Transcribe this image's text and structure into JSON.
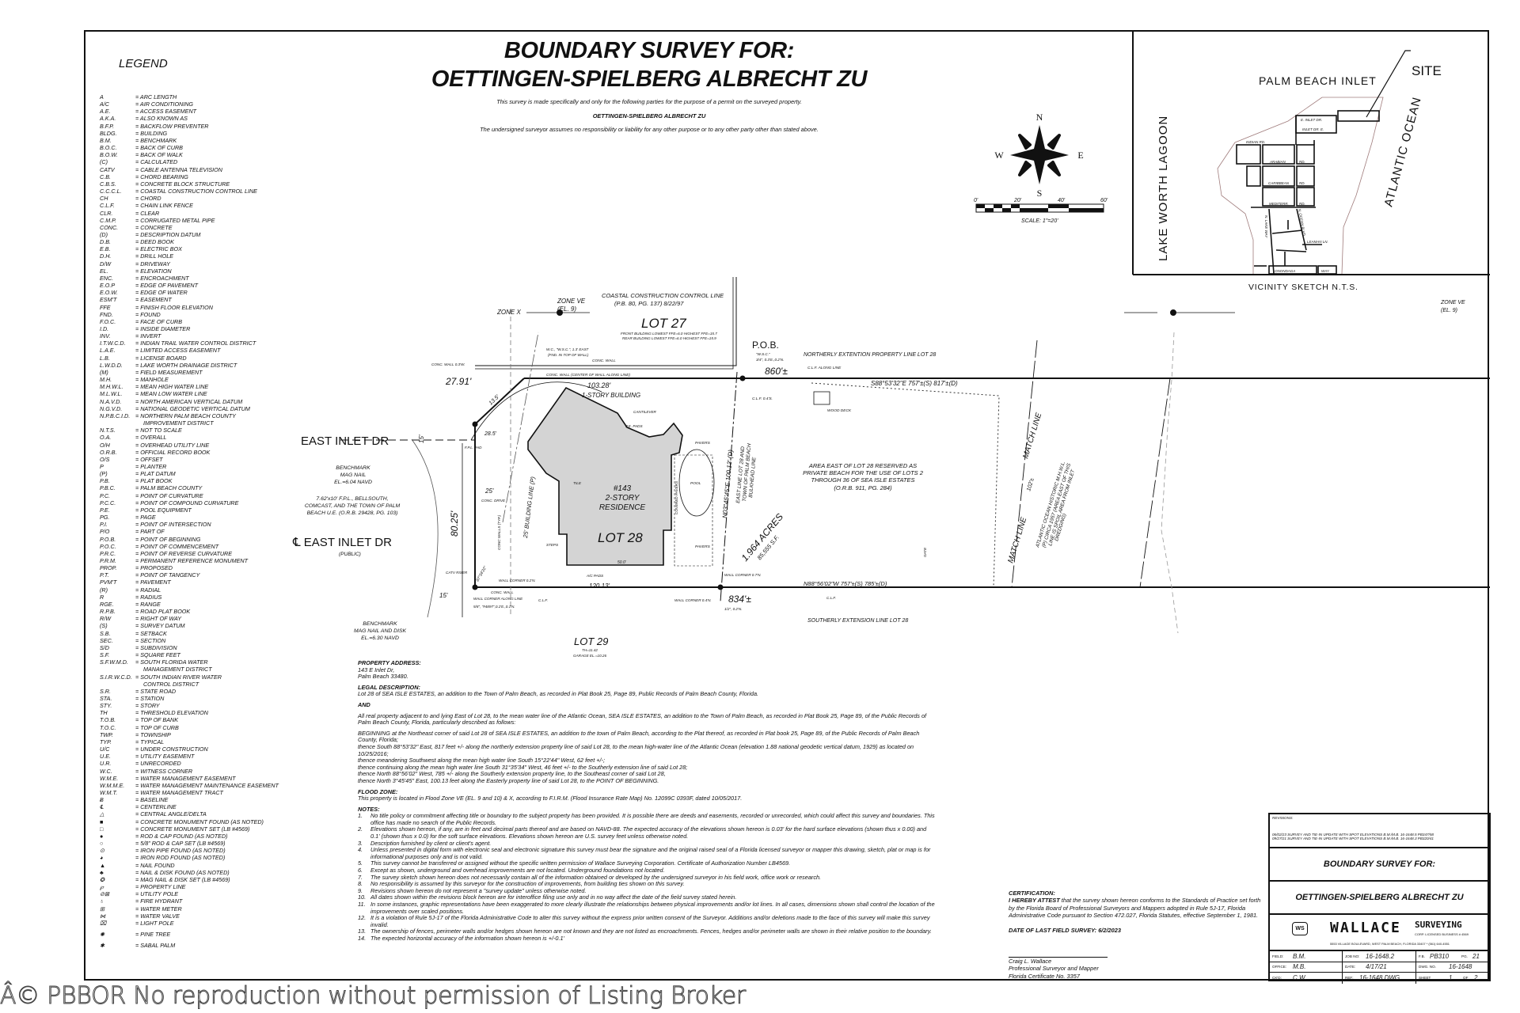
{
  "header": {
    "title_line1": "BOUNDARY SURVEY FOR:",
    "title_line2": "OETTINGEN-SPIELBERG ALBRECHT ZU",
    "purpose": "This survey is made specifically and only for the following parties for the purpose of a permit on the surveyed property.",
    "party": "OETTINGEN-SPIELBERG ALBRECHT ZU",
    "disclaimer": "The undersigned surveyor assumes no responsibility or liability for any other purpose or to any other party other than stated above."
  },
  "legend": {
    "title": "LEGEND",
    "items": [
      [
        "A",
        "= ARC LENGTH"
      ],
      [
        "A/C",
        "= AIR CONDITIONING"
      ],
      [
        "A.E.",
        "= ACCESS EASEMENT"
      ],
      [
        "A.K.A.",
        "= ALSO KNOWN AS"
      ],
      [
        "B.F.P.",
        "= BACKFLOW PREVENTER"
      ],
      [
        "BLDG.",
        "= BUILDING"
      ],
      [
        "B.M.",
        "= BENCHMARK"
      ],
      [
        "B.O.C.",
        "= BACK OF CURB"
      ],
      [
        "B.O.W.",
        "= BACK OF WALK"
      ],
      [
        "(C)",
        "= CALCULATED"
      ],
      [
        "CATV",
        "= CABLE ANTENNA TELEVISION"
      ],
      [
        "C.B.",
        "= CHORD BEARING"
      ],
      [
        "C.B.S.",
        "= CONCRETE BLOCK STRUCTURE"
      ],
      [
        "C.C.C.L.",
        "= COASTAL CONSTRUCTION CONTROL LINE"
      ],
      [
        "CH",
        "= CHORD"
      ],
      [
        "C.L.F.",
        "= CHAIN LINK FENCE"
      ],
      [
        "CLR.",
        "= CLEAR"
      ],
      [
        "C.M.P.",
        "= CORRUGATED METAL PIPE"
      ],
      [
        "CONC.",
        "= CONCRETE"
      ],
      [
        "(D)",
        "= DESCRIPTION DATUM"
      ],
      [
        "D.B.",
        "= DEED BOOK"
      ],
      [
        "E.B.",
        "= ELECTRIC BOX"
      ],
      [
        "D.H.",
        "= DRILL HOLE"
      ],
      [
        "D/W",
        "= DRIVEWAY"
      ],
      [
        "EL.",
        "= ELEVATION"
      ],
      [
        "ENC.",
        "= ENCROACHMENT"
      ],
      [
        "E.O.P",
        "= EDGE OF PAVEMENT"
      ],
      [
        "E.O.W.",
        "= EDGE OF WATER"
      ],
      [
        "ESM'T",
        "= EASEMENT"
      ],
      [
        "FFE",
        "= FINISH FLOOR ELEVATION"
      ],
      [
        "FND.",
        "= FOUND"
      ],
      [
        "F.O.C.",
        "= FACE OF CURB"
      ],
      [
        "I.D.",
        "= INSIDE DIAMETER"
      ],
      [
        "INV.",
        "= INVERT"
      ],
      [
        "I.T.W.C.D.",
        "= INDIAN TRAIL WATER CONTROL DISTRICT"
      ],
      [
        "L.A.E.",
        "= LIMITED ACCESS EASEMENT"
      ],
      [
        "L.B.",
        "= LICENSE BOARD"
      ],
      [
        "L.W.D.D.",
        "= LAKE WORTH DRAINAGE DISTRICT"
      ],
      [
        "(M)",
        "= FIELD MEASUREMENT"
      ],
      [
        "M.H.",
        "= MANHOLE"
      ],
      [
        "M.H.W.L.",
        "= MEAN HIGH WATER LINE"
      ],
      [
        "M.L.W.L.",
        "= MEAN LOW WATER LINE"
      ],
      [
        "N.A.V.D.",
        "= NORTH AMERICAN VERTICAL DATUM"
      ],
      [
        "N.G.V.D.",
        "= NATIONAL GEODETIC VERTICAL DATUM"
      ],
      [
        "N.P.B.C.I.D.",
        "= NORTHERN PALM BEACH COUNTY\n     IMPROVEMENT DISTRICT"
      ],
      [
        "N.T.S.",
        "= NOT TO SCALE"
      ],
      [
        "O.A.",
        "= OVERALL"
      ],
      [
        "O/H",
        "= OVERHEAD UTILITY LINE"
      ],
      [
        "O.R.B.",
        "= OFFICIAL RECORD BOOK"
      ],
      [
        "O/S",
        "= OFFSET"
      ],
      [
        "P",
        "= PLANTER"
      ],
      [
        "(P)",
        "= PLAT DATUM"
      ],
      [
        "P.B.",
        "= PLAT BOOK"
      ],
      [
        "P.B.C.",
        "= PALM BEACH COUNTY"
      ],
      [
        "P.C.",
        "= POINT OF CURVATURE"
      ],
      [
        "P.C.C.",
        "= POINT OF COMPOUND CURVATURE"
      ],
      [
        "P.E.",
        "= POOL EQUIPMENT"
      ],
      [
        "PG.",
        "= PAGE"
      ],
      [
        "P.I.",
        "= POINT OF INTERSECTION"
      ],
      [
        "P/O",
        "= PART OF"
      ],
      [
        "P.O.B.",
        "= POINT OF BEGINNING"
      ],
      [
        "P.O.C.",
        "= POINT OF COMMENCEMENT"
      ],
      [
        "P.R.C.",
        "= POINT OF REVERSE CURVATURE"
      ],
      [
        "P.R.M.",
        "= PERMANENT REFERENCE MONUMENT"
      ],
      [
        "PROP.",
        "= PROPOSED"
      ],
      [
        "P.T.",
        "= POINT OF TANGENCY"
      ],
      [
        "PVM'T",
        "= PAVEMENT"
      ],
      [
        "(R)",
        "= RADIAL"
      ],
      [
        "R",
        "= RADIUS"
      ],
      [
        "RGE.",
        "= RANGE"
      ],
      [
        "R.P.B.",
        "= ROAD PLAT BOOK"
      ],
      [
        "R/W",
        "= RIGHT OF WAY"
      ],
      [
        "(S)",
        "= SURVEY DATUM"
      ],
      [
        "S.B.",
        "= SETBACK"
      ],
      [
        "SEC.",
        "= SECTION"
      ],
      [
        "S/D",
        "= SUBDIVISION"
      ],
      [
        "S.F.",
        "= SQUARE FEET"
      ],
      [
        "S.F.W.M.D.",
        "= SOUTH FLORIDA WATER\n     MANAGEMENT DISTRICT"
      ],
      [
        "S.I.R.W.C.D.",
        "= SOUTH INDIAN RIVER WATER\n     CONTROL DISTRICT"
      ],
      [
        "S.R.",
        "= STATE ROAD"
      ],
      [
        "STA.",
        "= STATION"
      ],
      [
        "STY.",
        "= STORY"
      ],
      [
        "TH",
        "= THRESHOLD ELEVATION"
      ],
      [
        "T.O.B.",
        "= TOP OF BANK"
      ],
      [
        "T.O.C.",
        "= TOP OF CURB"
      ],
      [
        "TWP.",
        "= TOWNSHIP"
      ],
      [
        "TYP.",
        "= TYPICAL"
      ],
      [
        "U/C",
        "= UNDER CONSTRUCTION"
      ],
      [
        "U.E.",
        "= UTILITY EASEMENT"
      ],
      [
        "U.R.",
        "= UNRECORDED"
      ],
      [
        "W.C.",
        "= WITNESS CORNER"
      ],
      [
        "W.M.E.",
        "= WATER MANAGEMENT EASEMENT"
      ],
      [
        "W.M.M.E.",
        "= WATER MANAGEMENT MAINTENANCE EASEMENT"
      ],
      [
        "W.M.T.",
        "= WATER MANAGEMENT TRACT"
      ],
      [
        "Ƀ",
        "= BASELINE"
      ],
      [
        "℄",
        "= CENTERLINE"
      ],
      [
        "△",
        "= CENTRAL ANGLE/DELTA"
      ],
      [
        "■",
        "= CONCRETE MONUMENT FOUND (AS NOTED)"
      ],
      [
        "□",
        "= CONCRETE MONUMENT SET (LB #4569)"
      ],
      [
        "●",
        "= ROD & CAP FOUND (AS NOTED)"
      ],
      [
        "○",
        "= 5/8\" ROD & CAP SET (LB #4569)"
      ],
      [
        "⊙",
        "= IRON PIPE FOUND (AS NOTED)"
      ],
      [
        "◕",
        "= IRON ROD FOUND (AS NOTED)"
      ],
      [
        "▲",
        "= NAIL FOUND"
      ],
      [
        "♣",
        "= NAIL & DISK FOUND (AS NOTED)"
      ],
      [
        "✪",
        "= MAG NAIL & DISK SET (LB #4569)"
      ],
      [
        "℘",
        "= PROPERTY LINE"
      ],
      [
        "⊘⊠",
        "= UTILITY POLE"
      ],
      [
        "♁",
        "= FIRE HYDRANT"
      ],
      [
        "⊞",
        "= WATER METER"
      ],
      [
        "⋈",
        "= WATER VALVE"
      ],
      [
        "⌧",
        "= LIGHT POLE"
      ],
      [
        "✺",
        "= PINE TREE"
      ],
      [
        "✱",
        "= SABAL PALM"
      ]
    ]
  },
  "compass": {
    "n": "N",
    "s": "S",
    "e": "E",
    "w": "W"
  },
  "scale": {
    "ticks": [
      "0'",
      "20'",
      "40'",
      "60'"
    ],
    "label": "SCALE: 1\"=20'"
  },
  "vicinity": {
    "inlet": "PALM BEACH INLET",
    "site": "SITE",
    "lagoon": "LAKE WORTH LAGOON",
    "ocean": "ATLANTIC OCEAN",
    "streets": [
      "E. INLET DR.",
      "INLET DR. E.",
      "INDIAN RD.",
      "ARABIAN",
      "RD.",
      "CARIBBEAN",
      "RD.",
      "MEDITERR.",
      "RD.",
      "LEAMAN LN.",
      "ONONDAGA",
      "WAY",
      "N. LAKE WAY",
      "N. OCEAN BLVD."
    ],
    "caption": "VICINITY SKETCH N.T.S."
  },
  "plan": {
    "zone_ve": "ZONE VE",
    "zone_el": "(EL. 9)",
    "zone_x": "ZONE X",
    "cccl_1": "COASTAL CONSTRUCTION CONTROL LINE",
    "cccl_2": "(P.B. 80, PG. 137) 8/22/97",
    "lot27": "LOT 27",
    "ffe_front": "FRONT BUILDING LOWEST FFE=6.0 HIGHEST FFE=15.7",
    "ffe_rear": "REAR BUILDING LOWEST FFE=6.0 HIGHEST FFE=15.9",
    "wc_1": "W.C., \"W.S.C.\", 1.3' EAST",
    "wc_2": "(FND. IN TOP OF WALL)",
    "conc_wall_03": "CONC. WALL 0.3'W.",
    "conc_wall": "CONC. WALL",
    "conc_wall_center": "CONC. WALL (CENTER OF WALL ALONG LINE)",
    "dim_103": "103.28'",
    "one_story": "1-STORY BUILDING",
    "dim_2791": "27.91'",
    "dim_135": "13.5'",
    "pob": "P.O.B.",
    "pob_wsc": "\"W.S.C.\"",
    "pob_rod": "3/4\", 0.3'E.,0.2'N.",
    "dim_860": "860'±",
    "clf_04": "C.L.F. 0.4'S.",
    "northerly": "NORTHERLY EXTENTION PROPERTY LINE LOT 28",
    "clf_along": "C.L.F. ALONG LINE",
    "north_bearing": "S88°53'32\"E  757'±(S)  817'±(D)",
    "wood_deck": "WOOD DECK",
    "reserved": [
      "AREA EAST OF LOT 28 RESERVED AS",
      "PRIVATE BEACH FOR THE USE OF LOTS 2",
      "THROUGH 36 OF SEA ISLE ESTATES",
      "(O.R.B. 911, PG. 284)"
    ],
    "acres": "1.964 ACRES",
    "sqft": "85,555 S.F.",
    "east_bearing": "N03°45'45\"E 100.13' (D)",
    "east_line": [
      "EAST LINE LOT 28 AND",
      "TOWN OF PALM BEACH",
      "BULKHEAD LINE"
    ],
    "match_line": "MATCH LINE",
    "dim_102": "102'±",
    "mhwl": [
      "ATLANTIC OCEAN HISTORIC M.H.W.L.",
      "(P) CIRCA 1957 (AREA EAST OF THIS",
      "LINE IS SPOIL AREA FROM INLET",
      "DREDGING)"
    ],
    "south_bearing": "N88°56'02\"W  757'±(S)  785'±(D)",
    "dim_834": "834'±",
    "southerly": "SOUTHERLY EXTENSION LINE LOT 28",
    "gate": "GATE",
    "wall_corner_07": "WALL CORNER 0.7'N.",
    "rod_half": "1/2\", 0.2'N.",
    "wall_corner_04": "WALL CORNER 0.4'N.",
    "east_inlet": "EAST INLET DR",
    "cl_east_inlet": "℄ EAST INLET DR",
    "public": "(PUBLIC)",
    "bm1": [
      "BENCHMARK",
      "MAG NAIL",
      "EL.=6.04 NAVD"
    ],
    "fpl": [
      "7.62'x10' F.P.L., BELLSOUTH,",
      "COMCAST, AND THE TOWN OF PALM",
      "BEACH U.E. (O.R.B. 29428, PG. 103)"
    ],
    "bm2": [
      "BENCHMARK",
      "MAG NAIL AND DISK",
      "EL.=6.30 NAVD"
    ],
    "dim_8025": "80.25'",
    "dim_15a": "15'",
    "dim_15b": "15'",
    "dim_25": "25'",
    "dim_285": "28.5'",
    "building_line": "25' BUILDING LINE (P)",
    "conc_drive": "CONC. DRIVE",
    "conc_walls": "CONC WALLS (TYP.)",
    "fpl_pad": "F.P.L. PAD",
    "catv": "CATV RISER",
    "res_num": "#143",
    "res_1": "2-STORY",
    "res_2": "RESIDENCE",
    "lot28": "LOT 28",
    "tile": "TILE",
    "pool": "POOL",
    "pavers": "PAVERS",
    "covered_pavers": "COVERED PAVERS",
    "cantilever": "CANTILEVER",
    "pe_pads": "P.E. PADS",
    "ac_pads": "A/C PADS",
    "steps": "STEPS",
    "dim_120": "120.13'",
    "dim_50": "50.0'",
    "wall_corner_02": "WALL CORNER 0.2'N.",
    "wall_corner_along": "WALL CORNER ALONG LINE",
    "rod_4897": "5/8\", \"#4897\",0.2'E.,0.1'N.",
    "clf": "C.L.F.",
    "bearing_sw": "87°34'22\"",
    "lot29": "LOT 29",
    "th_lot29": "TH=11.42",
    "garage": "GARAGE EL.=10.26"
  },
  "description": {
    "address_h": "PROPERTY ADDRESS:",
    "address_1": "143 E Inlet Dr,",
    "address_2": "Palm Beach 33480.",
    "legal_h": "LEGAL DESCRIPTION:",
    "legal_1": "Lot 28 of SEA ISLE ESTATES, an addition to the Town of Palm Beach, as recorded in Plat Book 25, Page 89, Public Records of Palm Beach County, Florida.",
    "and": "AND",
    "legal_2": "All real property adjacent to and lying East of Lot 28, to the mean water line of the Atlantic Ocean, SEA ISLE ESTATES, an addition to the Town of Palm Beach, as recorded in Plat Book 25, Page 89, of the Public Records of Palm Beach County, Florida, particularly described as follows:",
    "legal_3": "BEGINNING at the Northeast corner of said Lot 28 of SEA ISLE ESTATES, an addition to the town of Palm Beach, according to the Plat thereof, as recorded in Plat book 25, Page 89, of the Public Records of Palm Beach County, Florida;",
    "legal_4": "thence South 88°53'32\" East, 817 feet +/- along the northerly extension property line of said Lot 28, to the mean high-water line of the Atlantic Ocean (elevation 1.88 national geodetic vertical datum, 1929) as located on 10/25/2016;",
    "legal_5": "thence meandering Southwest along the mean high water line South 15°22'44\" West, 62 feet +/-;",
    "legal_6": "thence continuing along the mean high water line South 31°35'34\" West, 46 feet +/- to the Southerly extension line of said Lot 28;",
    "legal_7": "thence North 88°56'02\" West, 785 +/- along the Southerly extension property line, to the Southeast corner of said Lot 28,",
    "legal_8": "thence North 3°45'45\" East, 100.13 feet along the Easterly property line of said Lot 28, to the POINT OF BEGINNING.",
    "flood_h": "FLOOD ZONE:",
    "flood": "This property is located in Flood Zone VE (EL. 9 and 10) & X, according to F.I.R.M. (Flood Insurance Rate Map) No. 12099C 0393F, dated 10/05/2017.",
    "notes_h": "NOTES:",
    "notes": [
      "No title policy or commitment affecting title or boundary to the subject property has been provided.  It is possible there are deeds and easements, recorded or unrecorded, which could affect this survey and boundaries.  This office has made no search of the Public Records.",
      "Elevations shown hereon, if any, are in feet and decimal parts thereof and are based on NAVD-88. The expected accuracy of the elevations shown hereon is 0.03' for the hard surface elevations (shown thus x 0.00) and 0.1' (shown thus x 0.0) for the soft surface elevations. Elevations shown hereon are U.S. survey feet unless otherwise noted.",
      "Description furnished by client or client's agent.",
      "Unless presented in digital form with electronic seal and electronic signature this survey must bear the signature and the original raised seal of a Florida licensed surveyor or mapper this drawing, sketch, plat or map is for informational purposes only and is not valid.",
      "This survey cannot be transferred or assigned without the specific written permission of Wallace Surveying Corporation.  Certificate of Authorization Number LB4569.",
      "Except as shown, underground and overhead improvements are not located. Underground foundations not located.",
      "The survey sketch shown hereon does not necessarily contain all of the information obtained or developed by the undersigned surveyor in his field work, office work or research.",
      "No responsibility is assumed by this surveyor for the construction of improvements, from building ties shown on this survey.",
      "Revisions shown hereon do not represent a \"survey update\" unless otherwise noted.",
      "All dates shown within the revisions block hereon are for interoffice filing use only and in no way affect the date of the field survey stated herein.",
      "In some instances, graphic representations have been exaggerated to more clearly illustrate the relationships between physical improvements and/or lot lines. In all cases, dimensions shown shall control the location of the improvements over scaled positions.",
      "It is a violation of Rule 5J-17 of the Florida Administrative Code to alter this survey without the express prior written consent of the Surveyor. Additions and/or deletions made to the face of this survey will make this survey invalid.",
      "The ownership of fences, perimeter walls and/or hedges shown hereon are not known and they are not listed as encroachments. Fences, hedges and/or perimeter walls are shown in their relative position to the boundary.",
      "The expected horizontal accuracy of the information shown hereon is +/-0.1'"
    ]
  },
  "certification": {
    "heading": "CERTIFICATION:",
    "attest_bold": "I HEREBY ATTEST",
    "attest": " that the survey shown hereon conforms to the Standards of Practice set forth by the Florida Board of Professional Surveyors and Mappers adopted in Rule 5J-17, Florida Administrative Code pursuant to Section 472.027, Florida Statutes, effective September 1, 1981.",
    "last_field": "DATE OF LAST FIELD SURVEY: 6/2/2023",
    "name": "Craig L. Wallace",
    "role": "Professional Surveyor and Mapper",
    "cert_no": "Florida Certificate No. 3357"
  },
  "title_block": {
    "revisions_label": "REVISIONS:",
    "revisions": [
      "06/02/23 SURVEY AND TIE-IN UPDATE WITH SPOT ELEVATIONS B.M./M.B. 16-1648.5 PB347/58",
      "09/27/21 SURVEY AND TIE-IN UPDATE WITH SPOT ELEVATIONS B.M./M.B. 16-1648.3 PB320/41"
    ],
    "title": "BOUNDARY SURVEY FOR:",
    "client": "OETTINGEN-SPIELBERG ALBRECHT ZU",
    "company": "WALLACE",
    "company2": "SURVEYING",
    "corp": "CORP. LICENSED BUSINESS # 4569",
    "logo": "WS",
    "address": "5553 VILLAGE BOULEVARD, WEST PALM BEACH, FLORIDA 33407 * (561) 640-4551",
    "field_l": "FIELD:",
    "field": "B.M.",
    "job_l": "JOB NO:",
    "job": "16-1648.2",
    "fb_l": "F.B.",
    "fb": "PB310",
    "pg_l": "PG.",
    "pg": "21",
    "office_l": "OFFICE:",
    "office": "M.B.",
    "date_l": "DATE:",
    "date": "4/17/21",
    "dwg_l": "DWG. NO.",
    "dwg": "16-1648",
    "ckd_l": "CK'D:",
    "ckd": "C.W.",
    "ref_l": "REF:",
    "ref": "16-1648.DWG",
    "sheet_l": "SHEET",
    "sheet": "1",
    "of_l": "OF",
    "of": "2"
  },
  "watermark": "Â© PBBOR No reproduction without permission of Listing Broker"
}
